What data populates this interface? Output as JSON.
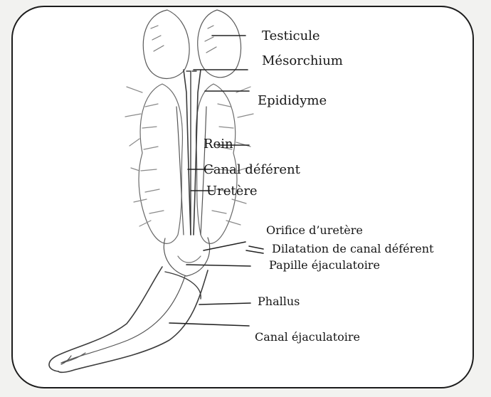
{
  "diagram": {
    "labels": {
      "testicule": "Testicule",
      "mesorchium": "Mésorchium",
      "epididyme": "Epididyme",
      "rein": "Rein",
      "canal_deferent": "Canal déférent",
      "uretere": "Uretère",
      "orifice_uretere": "Orifice d’uretère",
      "dilatation": "Dilatation de canal déférent",
      "papille": "Papille éjaculatoire",
      "phallus": "Phallus",
      "canal_ejaculatoire": "Canal éjaculatoire"
    }
  }
}
